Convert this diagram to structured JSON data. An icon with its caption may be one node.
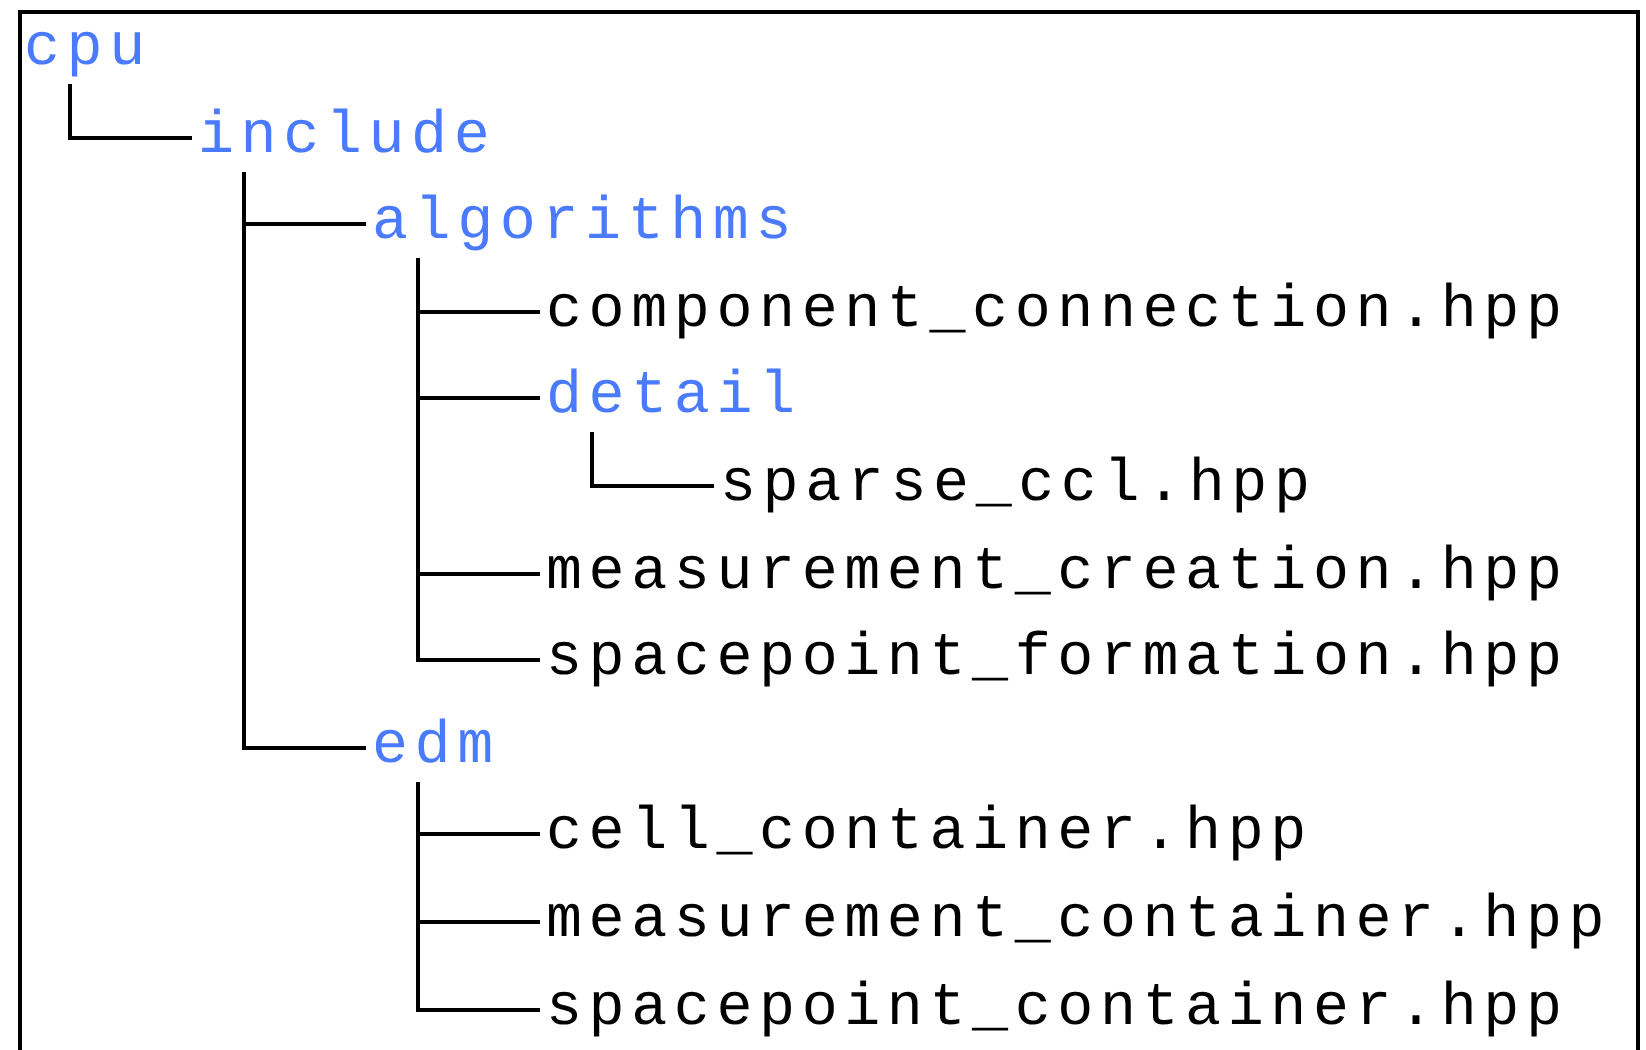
{
  "diagram": {
    "nodes": [
      {
        "text": [
          "cpu"
        ]
      },
      {
        "text": [
          "include"
        ]
      },
      {
        "text": [
          "algorithms"
        ]
      },
      {
        "text": [
          "component_connection.hpp"
        ]
      },
      {
        "text": [
          "detail"
        ]
      },
      {
        "text": [
          "sparse_ccl.hpp"
        ]
      },
      {
        "text": [
          "measurement_creation.hpp"
        ]
      },
      {
        "text": [
          "spacepoint_formation.hpp"
        ]
      },
      {
        "text": [
          "edm"
        ]
      },
      {
        "text": [
          "cell_container.hpp"
        ]
      },
      {
        "text": [
          "measurement_container.hpp"
        ]
      },
      {
        "text": [
          "spacepoint_container.hpp"
        ]
      }
    ],
    "edges": [
      {
        "from": 0,
        "to": 1,
        "arrow": "none"
      },
      {
        "from": 1,
        "to": 2,
        "arrow": "none"
      },
      {
        "from": 2,
        "to": 3,
        "arrow": "none"
      },
      {
        "from": 2,
        "to": 4,
        "arrow": "none"
      },
      {
        "from": 4,
        "to": 5,
        "arrow": "none"
      },
      {
        "from": 2,
        "to": 6,
        "arrow": "none"
      },
      {
        "from": 2,
        "to": 7,
        "arrow": "none"
      },
      {
        "from": 1,
        "to": 8,
        "arrow": "none"
      },
      {
        "from": 8,
        "to": 9,
        "arrow": "none"
      },
      {
        "from": 8,
        "to": 10,
        "arrow": "none"
      },
      {
        "from": 8,
        "to": 11,
        "arrow": "none"
      }
    ]
  }
}
